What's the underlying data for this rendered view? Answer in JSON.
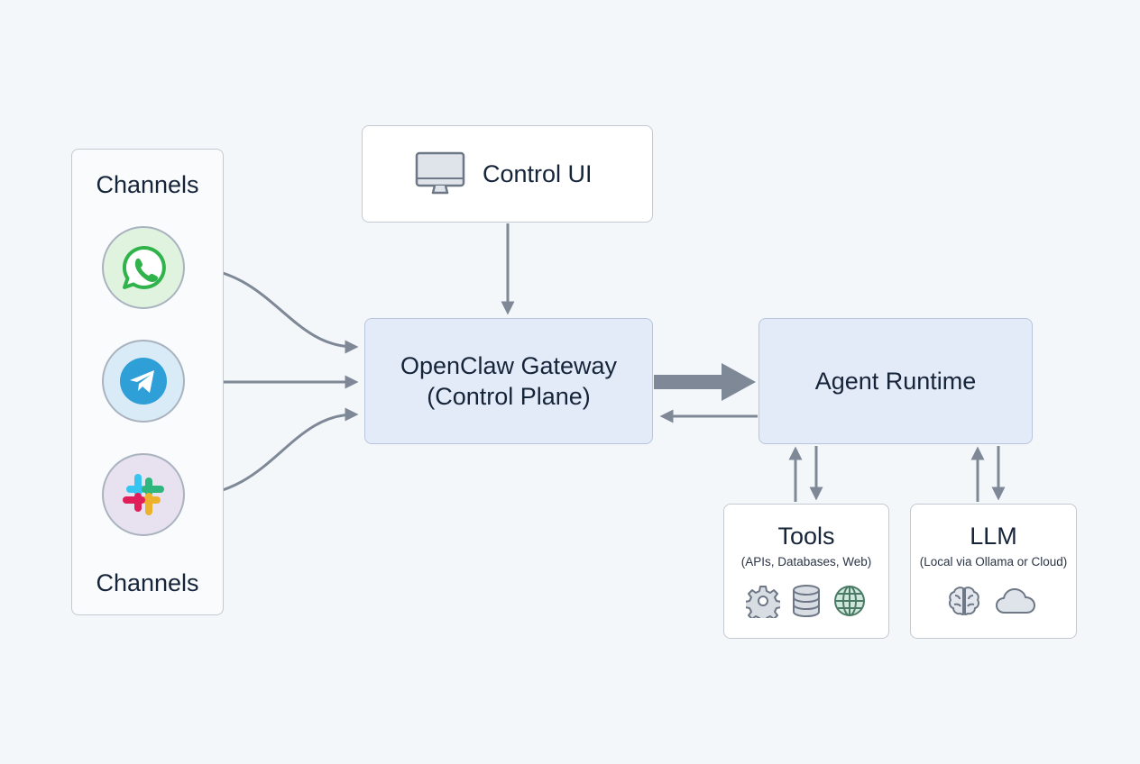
{
  "channels": {
    "title_top": "Channels",
    "title_bottom": "Channels",
    "items": [
      {
        "icon": "whatsapp-icon",
        "color": "#34c759"
      },
      {
        "icon": "telegram-icon",
        "color": "#2f9fd8"
      },
      {
        "icon": "slack-icon",
        "color": "#e01e5a"
      }
    ]
  },
  "control_ui": {
    "label": "Control UI",
    "icon": "monitor-icon"
  },
  "gateway": {
    "line1": "OpenClaw Gateway",
    "line2": "(Control Plane)"
  },
  "agent": {
    "label": "Agent Runtime"
  },
  "tools": {
    "title": "Tools",
    "note": "(APIs, Databases, Web)",
    "icons": [
      "gear-icon",
      "database-icon",
      "globe-icon"
    ]
  },
  "llm": {
    "title": "LLM",
    "note": "(Local via Ollama or Cloud)",
    "icons": [
      "brain-icon",
      "cloud-icon"
    ]
  },
  "colors": {
    "panel_blue": "#e3ebf8",
    "border": "#c3cad3",
    "arrow": "#7e8896",
    "text": "#16243a"
  }
}
